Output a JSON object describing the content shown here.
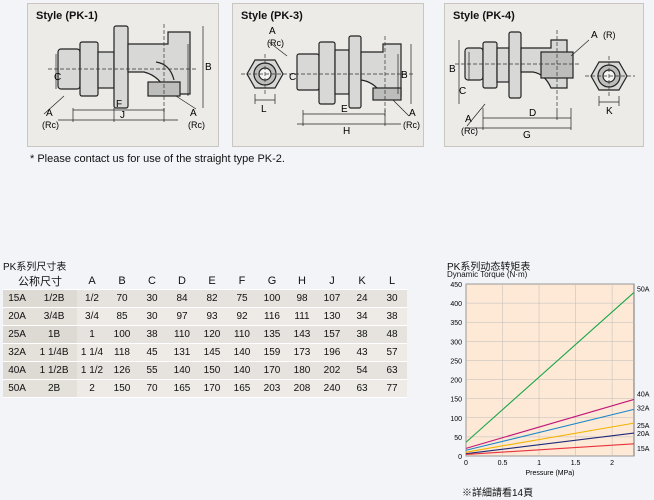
{
  "diagrams": [
    {
      "title": "Style (PK-1)",
      "labels": {
        "c": "C",
        "b": "B",
        "f": "F",
        "j": "J",
        "a1": "A",
        "rc1": "(Rc)",
        "a2": "A",
        "rc2": "(Rc)"
      }
    },
    {
      "title": "Style (PK-3)",
      "labels": {
        "a1": "A",
        "rc1": "(Rc)",
        "l": "L",
        "c": "C",
        "b": "B",
        "e": "E",
        "h": "H",
        "a2": "A",
        "rc2": "(Rc)"
      }
    },
    {
      "title": "Style (PK-4)",
      "labels": {
        "b": "B",
        "c": "C",
        "d": "D",
        "g": "G",
        "a1": "A",
        "rc1": "(Rc)",
        "a2": "A",
        "r": "(R)",
        "k": "K"
      }
    }
  ],
  "note": "* Please contact us for use of the straight type PK-2.",
  "size_table": {
    "title": "PK系列尺寸表",
    "size_header": "公称尺寸",
    "columns": [
      "A",
      "B",
      "C",
      "D",
      "E",
      "F",
      "G",
      "H",
      "J",
      "K",
      "L"
    ],
    "rows": [
      {
        "size": "15A",
        "inch": "1/2B",
        "values": [
          "1/2",
          "70",
          "30",
          "84",
          "82",
          "75",
          "100",
          "98",
          "107",
          "24",
          "30"
        ]
      },
      {
        "size": "20A",
        "inch": "3/4B",
        "values": [
          "3/4",
          "85",
          "30",
          "97",
          "93",
          "92",
          "116",
          "111",
          "130",
          "34",
          "38"
        ]
      },
      {
        "size": "25A",
        "inch": "1B",
        "values": [
          "1",
          "100",
          "38",
          "110",
          "120",
          "110",
          "135",
          "143",
          "157",
          "38",
          "48"
        ]
      },
      {
        "size": "32A",
        "inch": "1 1/4B",
        "values": [
          "1 1/4",
          "118",
          "45",
          "131",
          "145",
          "140",
          "159",
          "173",
          "196",
          "43",
          "57"
        ]
      },
      {
        "size": "40A",
        "inch": "1 1/2B",
        "values": [
          "1 1/2",
          "126",
          "55",
          "140",
          "150",
          "140",
          "170",
          "180",
          "202",
          "54",
          "63"
        ]
      },
      {
        "size": "50A",
        "inch": "2B",
        "values": [
          "2",
          "150",
          "70",
          "165",
          "170",
          "165",
          "203",
          "208",
          "240",
          "63",
          "77"
        ]
      }
    ]
  },
  "chart_data": {
    "type": "line",
    "title": "PK系列动态转矩表",
    "ylabel": "Dynamic Torque (N·m)",
    "xlabel": "Pressure (MPa)",
    "xlim": [
      0,
      2.3
    ],
    "ylim": [
      0,
      450
    ],
    "xticks": [
      "0",
      "0.5",
      "1",
      "1.5",
      "2"
    ],
    "yticks": [
      "0",
      "50",
      "100",
      "150",
      "200",
      "250",
      "300",
      "350",
      "400",
      "450"
    ],
    "grid": true,
    "background": "#fde9d6",
    "series": [
      {
        "name": "50A",
        "color": "#1aa64a",
        "x": [
          0,
          2.3
        ],
        "y": [
          36,
          428
        ]
      },
      {
        "name": "40A",
        "color": "#c2187a",
        "x": [
          0,
          2.3
        ],
        "y": [
          20,
          148
        ]
      },
      {
        "name": "32A",
        "color": "#1a86c9",
        "x": [
          0,
          2.3
        ],
        "y": [
          15,
          122
        ]
      },
      {
        "name": "25A",
        "color": "#f2b400",
        "x": [
          0,
          2.3
        ],
        "y": [
          10,
          86
        ]
      },
      {
        "name": "20A",
        "color": "#1f2a7a",
        "x": [
          0,
          2.3
        ],
        "y": [
          6,
          60
        ]
      },
      {
        "name": "15A",
        "color": "#e8323c",
        "x": [
          0,
          2.3
        ],
        "y": [
          4,
          32
        ]
      }
    ]
  },
  "chart_note": "※詳細請看14頁"
}
